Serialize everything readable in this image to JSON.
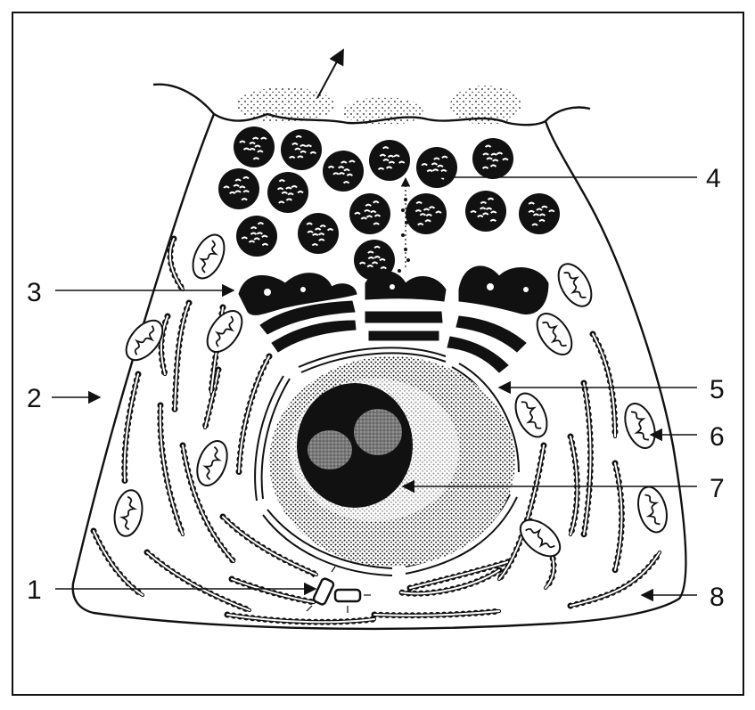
{
  "figure": {
    "labels": [
      {
        "id": "label-1",
        "text": "1"
      },
      {
        "id": "label-2",
        "text": "2"
      },
      {
        "id": "label-3",
        "text": "3"
      },
      {
        "id": "label-4",
        "text": "4"
      },
      {
        "id": "label-5",
        "text": "5"
      },
      {
        "id": "label-6",
        "text": "6"
      },
      {
        "id": "label-7",
        "text": "7"
      },
      {
        "id": "label-8",
        "text": "8"
      }
    ]
  },
  "colors": {
    "ink": "#111111",
    "paper": "#ffffff",
    "nucleolus_fill": "#888888"
  }
}
